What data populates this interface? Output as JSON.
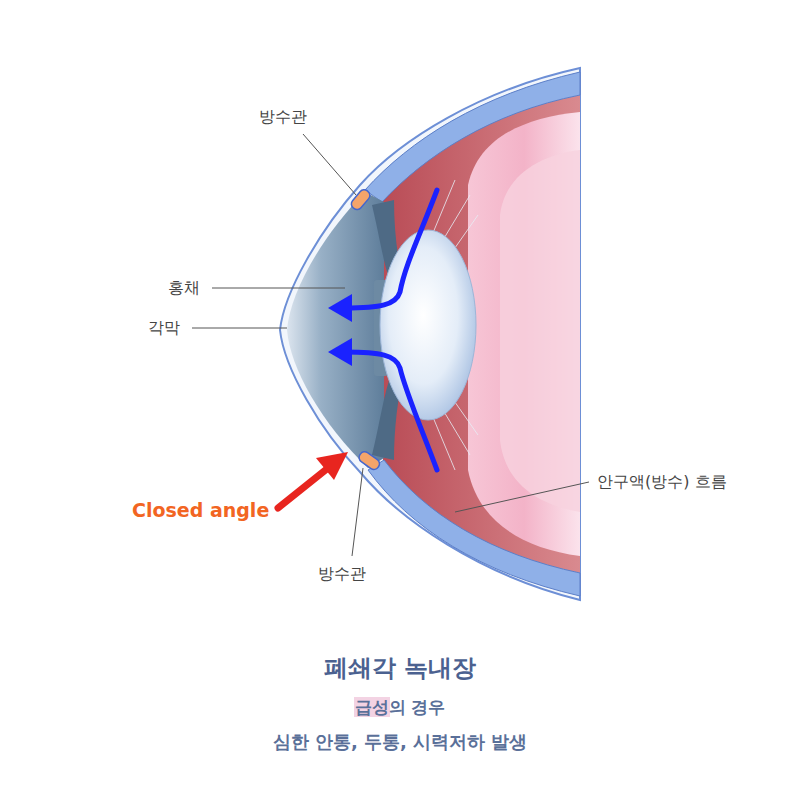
{
  "diagram": {
    "title": "폐쇄각 녹내장",
    "labels": [
      "방수관",
      "홍채",
      "각막",
      "Closed angle",
      "안구액(방수) 흐름",
      "방수관",
      "급성의 경우",
      "심한 안통, 두통, 시력저하 발생"
    ]
  }
}
